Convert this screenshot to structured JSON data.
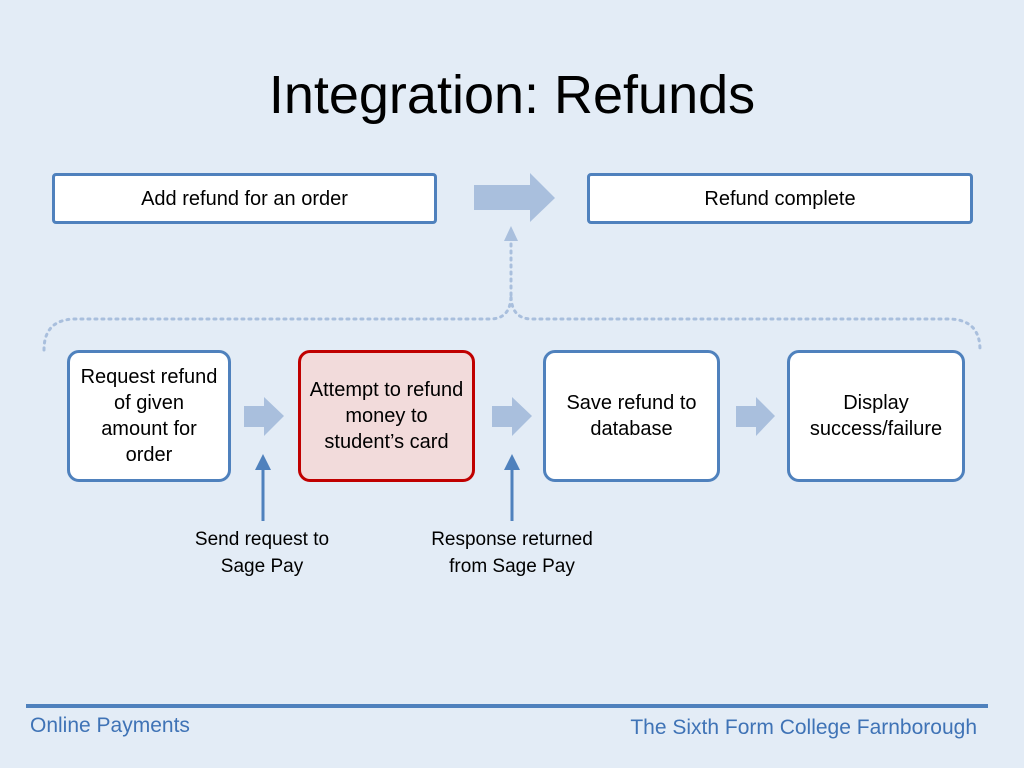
{
  "slide": {
    "title": "Integration: Refunds"
  },
  "top_row": {
    "start_label": "Add refund for an order",
    "end_label": "Refund complete"
  },
  "steps": [
    {
      "label": "Request refund of given amount for order"
    },
    {
      "label": "Attempt to refund money to student’s card",
      "highlighted": true
    },
    {
      "label": "Save refund to database"
    },
    {
      "label": "Display success/failure"
    }
  ],
  "captions": {
    "send_request": "Send request to Sage Pay",
    "response": "Response returned from Sage Pay"
  },
  "footer": {
    "left": "Online Payments",
    "right": "The Sixth Form College Farnborough"
  },
  "colors": {
    "background": "#e3ecf6",
    "accent": "#4f81bd",
    "arrow_fill": "#a9bfdd",
    "highlight_border": "#c00000",
    "highlight_fill": "#f2dbdb"
  }
}
